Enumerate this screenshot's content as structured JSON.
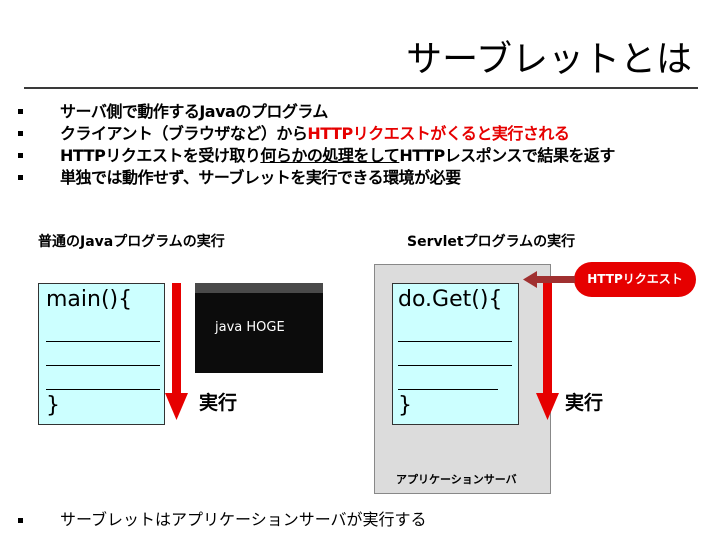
{
  "title": "サーブレットとは",
  "bullets": [
    {
      "text": "サーバ側で動作するJavaのプログラム"
    },
    {
      "pre": "クライアント（ブラウザなど）から",
      "highlight": "HTTPリクエストがくると実行される"
    },
    {
      "pre": "HTTPリクエストを受け取り",
      "underline1": "何らかの処理をして",
      "post": "HTTPレスポンスで結果を返す"
    },
    {
      "text": "単独では動作せず、サーブレットを実行できる環境が必要"
    }
  ],
  "left": {
    "caption": "普通のJavaプログラムの実行",
    "code_open": "main(){",
    "code_close": "}",
    "console_cmd": "java HOGE",
    "exec_label": "実行"
  },
  "right": {
    "caption": "Servletプログラムの実行",
    "code_open": "do.Get(){",
    "code_close": "}",
    "request_label": "HTTPリクエスト",
    "exec_label": "実行",
    "server_label": "アプリケーションサーバ"
  },
  "bottom_bullet": "サーブレットはアプリケーションサーバが実行する",
  "colors": {
    "accent": "#e60000",
    "code_bg": "#ccffff",
    "server_bg": "#dcdcdc"
  }
}
